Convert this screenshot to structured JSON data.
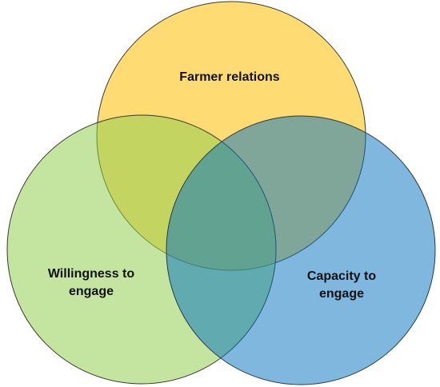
{
  "diagram": {
    "type": "venn",
    "sets": [
      {
        "id": "farmer-relations",
        "lines": [
          "Farmer relations"
        ],
        "fill": "#FFC000",
        "stroke": "#3a3a2a"
      },
      {
        "id": "willingness",
        "lines": [
          "Willingness to",
          "engage"
        ],
        "fill": "#92D050",
        "stroke": "#3a3a2a"
      },
      {
        "id": "capacity",
        "lines": [
          "Capacity to",
          "engage"
        ],
        "fill": "#0070C0",
        "stroke": "#2a3a4a"
      }
    ]
  }
}
